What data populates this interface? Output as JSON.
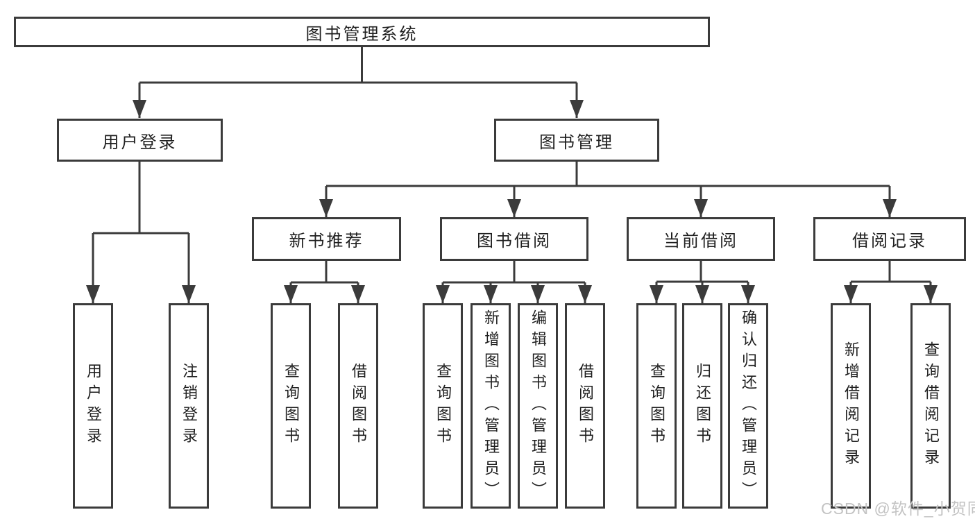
{
  "diagram_title": "图书管理系统",
  "watermark": "CSDN @软件_小贺同学",
  "colors": {
    "line": "#3b3b3b",
    "text": "#1f1f1f",
    "box_background": "#ffffff",
    "watermark": "#c3c3c3",
    "background": "#ffffff"
  },
  "nodes": {
    "root": {
      "label": "图书管理系统"
    },
    "user_login": {
      "label": "用户登录"
    },
    "book_mgmt": {
      "label": "图书管理"
    },
    "new_book": {
      "label": "新书推荐"
    },
    "book_borrow": {
      "label": "图书借阅"
    },
    "current_borrow": {
      "label": "当前借阅"
    },
    "borrow_record": {
      "label": "借阅记录"
    },
    "leaf_user_login": {
      "label": "用户登录"
    },
    "leaf_logout": {
      "label": "注销登录"
    },
    "leaf_newbook_query": {
      "label": "查询图书"
    },
    "leaf_newbook_borrow": {
      "label": "借阅图书"
    },
    "leaf_borrow_query": {
      "label": "查询图书"
    },
    "leaf_borrow_add": {
      "label": "新增图书（管理员）"
    },
    "leaf_borrow_edit": {
      "label": "编辑图书（管理员）"
    },
    "leaf_borrow_borrow": {
      "label": "借阅图书"
    },
    "leaf_current_query": {
      "label": "查询图书"
    },
    "leaf_current_return": {
      "label": "归还图书"
    },
    "leaf_current_confirm": {
      "label": "确认归还（管理员）"
    },
    "leaf_record_add": {
      "label": "新增借阅记录"
    },
    "leaf_record_query": {
      "label": "查询借阅记录"
    }
  },
  "hierarchy": {
    "图书管理系统": [
      "用户登录",
      "图书管理"
    ],
    "用户登录": [
      "用户登录",
      "注销登录"
    ],
    "图书管理": [
      "新书推荐",
      "图书借阅",
      "当前借阅",
      "借阅记录"
    ],
    "新书推荐": [
      "查询图书",
      "借阅图书"
    ],
    "图书借阅": [
      "查询图书",
      "新增图书（管理员）",
      "编辑图书（管理员）",
      "借阅图书"
    ],
    "当前借阅": [
      "查询图书",
      "归还图书",
      "确认归还（管理员）"
    ],
    "借阅记录": [
      "新增借阅记录",
      "查询借阅记录"
    ]
  }
}
